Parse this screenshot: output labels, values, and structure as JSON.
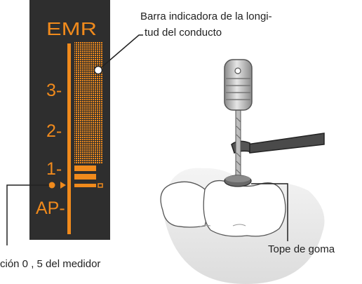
{
  "display": {
    "title": "EMR",
    "scale_labels": [
      "3-",
      "2-",
      "1-",
      "AP-"
    ],
    "accent_color": "#f08a1c",
    "background_color": "#2e2e2e"
  },
  "callouts": {
    "bar_label_line1": "Barra indicadora de la longi-",
    "bar_label_line2": "tud del conducto",
    "meter_label": "ción 0 , 5 del medidor",
    "stopper_label": "Tope de goma"
  }
}
